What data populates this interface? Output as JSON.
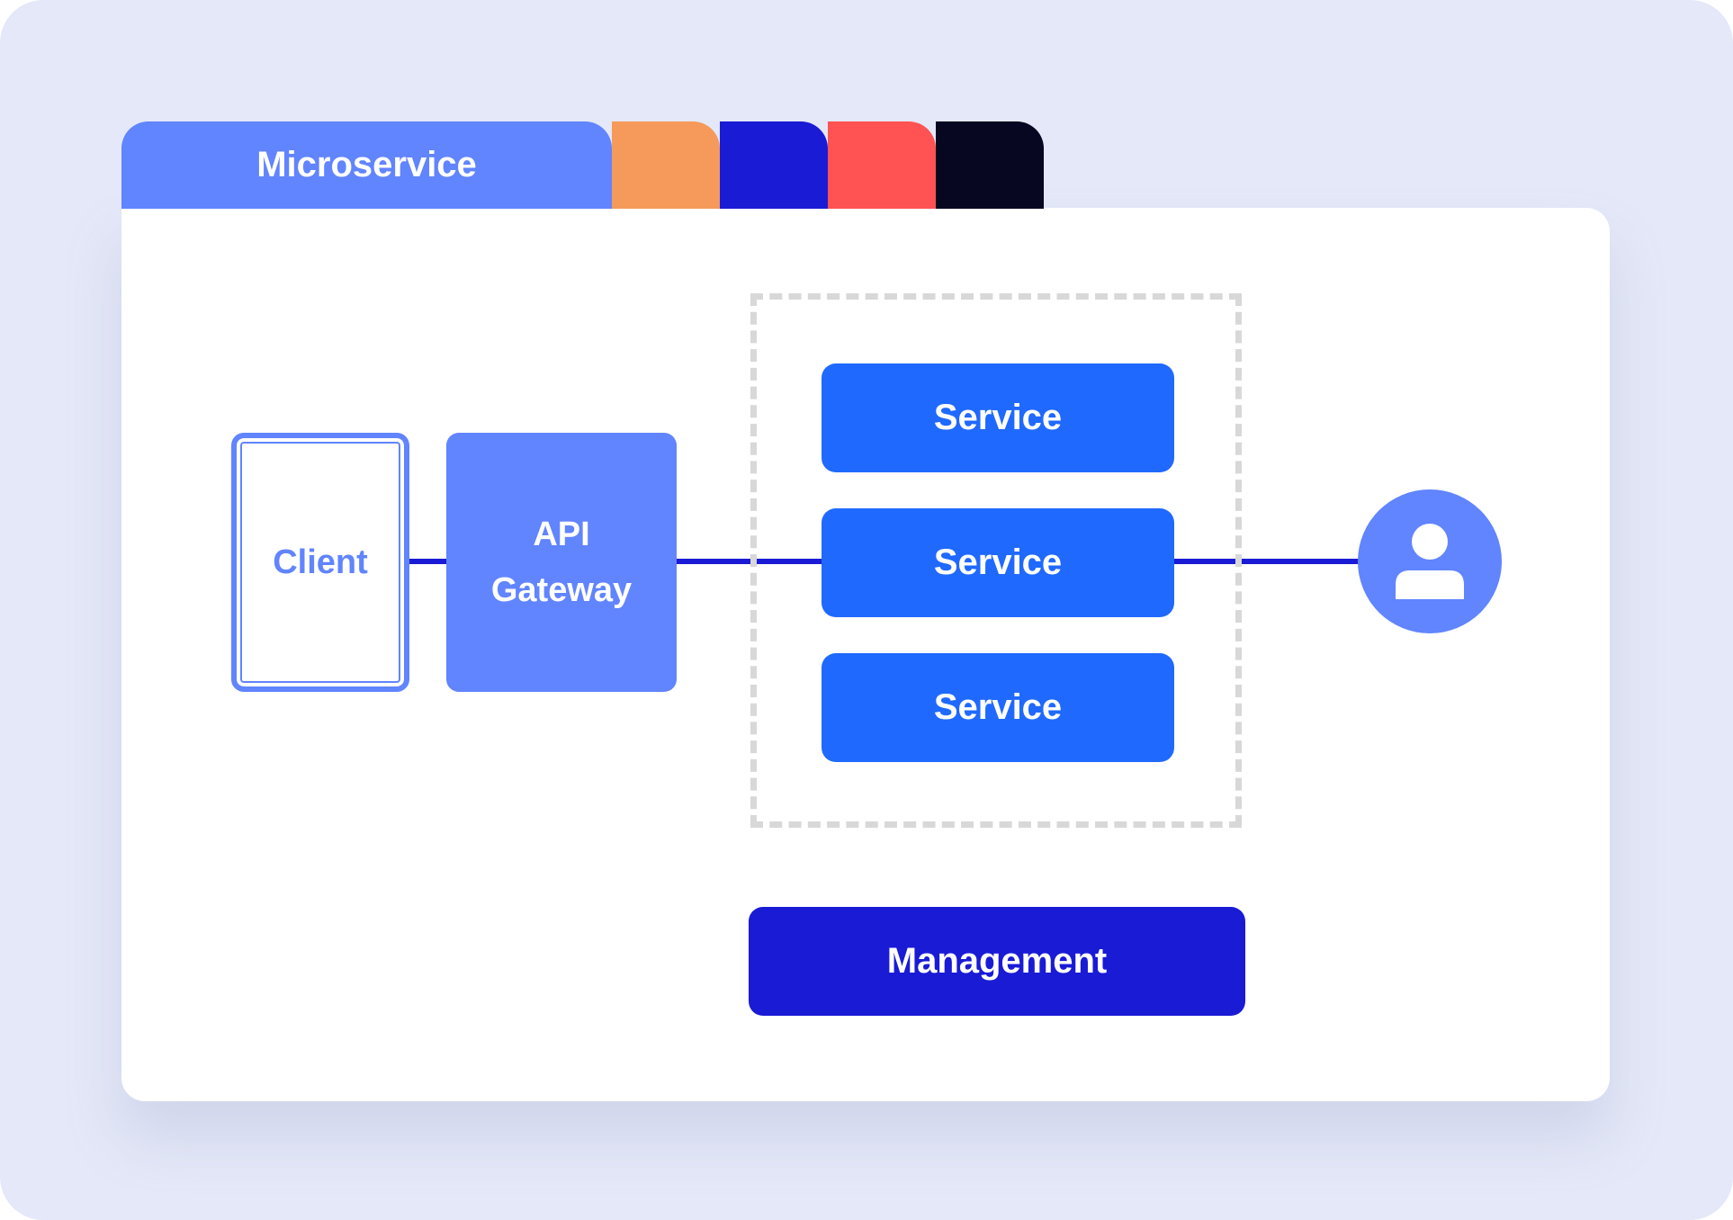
{
  "window": {
    "title": "Microservice",
    "tab_colors": [
      "#f59a5a",
      "#1a1bd5",
      "#ff5252",
      "#070722"
    ]
  },
  "diagram": {
    "client_label": "Client",
    "gateway_label_line1": "API",
    "gateway_label_line2": "Gateway",
    "services": [
      "Service",
      "Service",
      "Service"
    ],
    "management_label": "Management",
    "user_icon": "user-icon"
  },
  "colors": {
    "background": "#e4e8f8",
    "primary_light": "#6184ff",
    "primary": "#1f69ff",
    "primary_dark": "#1a1bd5",
    "dashed_border": "#d8d8d8"
  }
}
